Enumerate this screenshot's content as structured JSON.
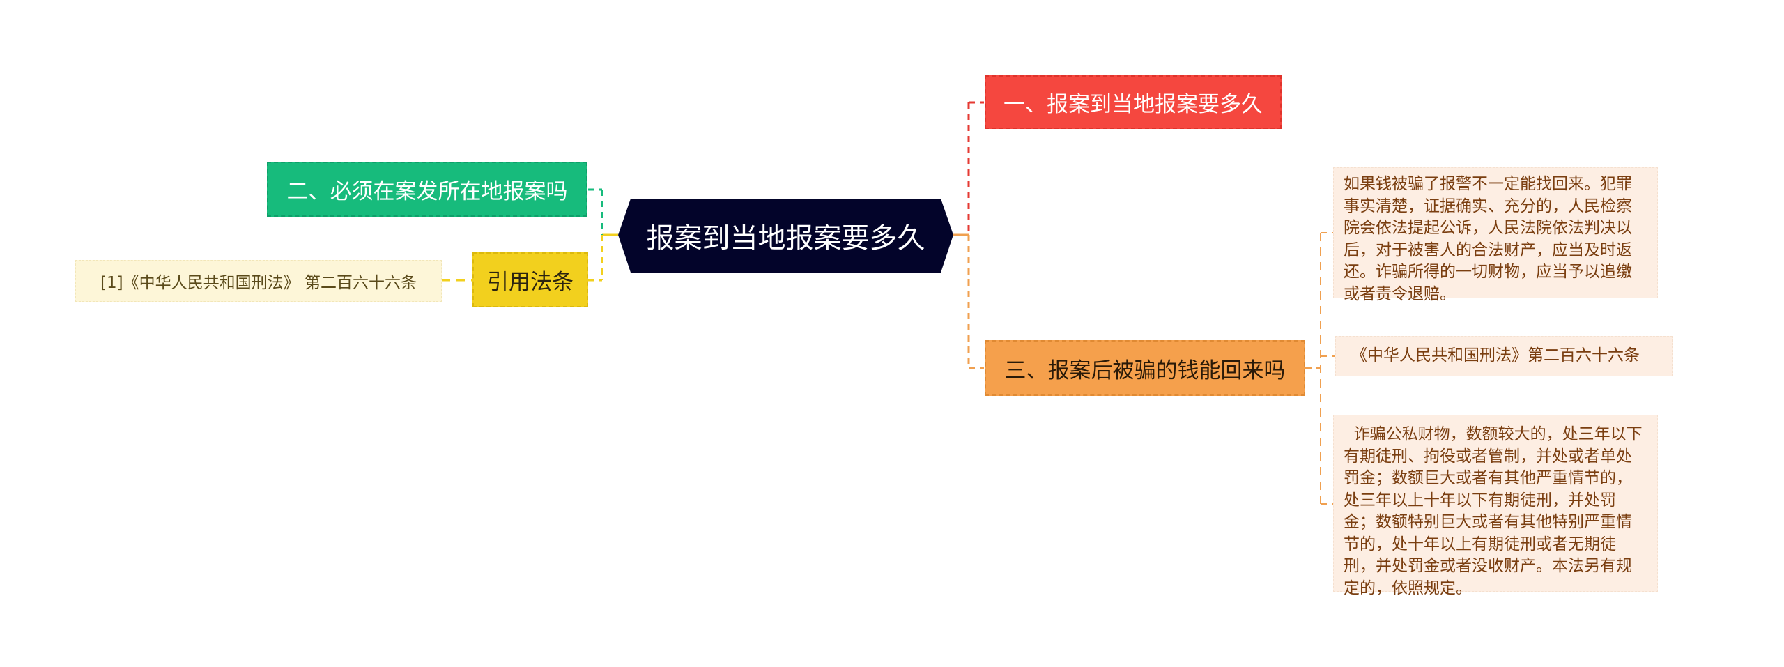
{
  "mindmap": {
    "root": {
      "label": "报案到当地报案要多久",
      "color": "#03042a"
    },
    "right_branches": [
      {
        "label": "一、报案到当地报案要多久",
        "color": "#f5473f"
      },
      {
        "label": "三、报案后被骗的钱能回来吗",
        "color": "#f5a04c",
        "children": [
          {
            "text": "如果钱被骗了报警不一定能找回来。犯罪事实清楚，证据确实、充分的，人民检察院会依法提起公诉，人民法院依法判决以后，对于被害人的合法财产，应当及时返还。诈骗所得的一切财物，应当予以追缴或者责令退赔。"
          },
          {
            "text": "《中华人民共和国刑法》第二百六十六条"
          },
          {
            "text": "  诈骗公私财物，数额较大的，处三年以下有期徒刑、拘役或者管制，并处或者单处罚金；数额巨大或者有其他严重情节的，处三年以上十年以下有期徒刑，并处罚金；数额特别巨大或者有其他特别严重情节的，处十年以上有期徒刑或者无期徒刑，并处罚金或者没收财产。本法另有规定的，依照规定。"
          }
        ]
      }
    ],
    "left_branches": [
      {
        "label": "二、必须在案发所在地报案吗",
        "color": "#17bb7c"
      },
      {
        "label": "引用法条",
        "color": "#f2d01e",
        "children": [
          {
            "text": "[1]《中华人民共和国刑法》 第二百六十六条"
          }
        ]
      }
    ]
  }
}
